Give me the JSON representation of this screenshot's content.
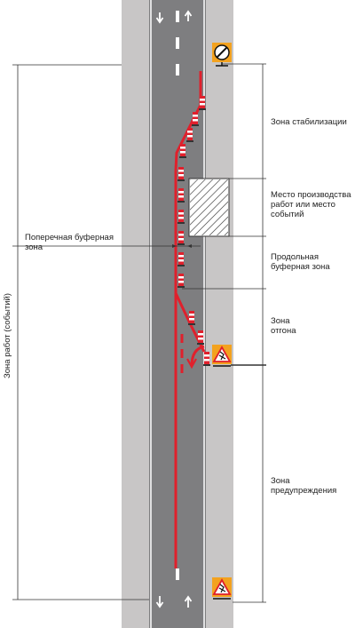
{
  "labels": {
    "stabilization_zone": "Зона стабилизации",
    "work_site": "Место производства\nработ или место\nсобытий",
    "lateral_buffer": "Поперечная буферная\nзона",
    "longitudinal_buffer": "Продольная\nбуферная зона",
    "taper_zone": "Зона\nотгона",
    "warning_zone": "Зона\nпредупреждения",
    "work_zone": "Зона работ (событий)"
  },
  "icons": {
    "end_of_restrictions": "end-of-restrictions-sign-icon",
    "road_works": "road-works-sign-icon",
    "direction_arrow": "lane-arrow-icon",
    "traffic_cone": "traffic-cone-icon"
  },
  "colors": {
    "shoulder": "#c8c6c6",
    "road": "#7e7e80",
    "marking_red": "#e0202c",
    "marking_white": "#ffffff",
    "sign_orange": "#f3a21f",
    "line": "#333333",
    "text": "#222222"
  }
}
